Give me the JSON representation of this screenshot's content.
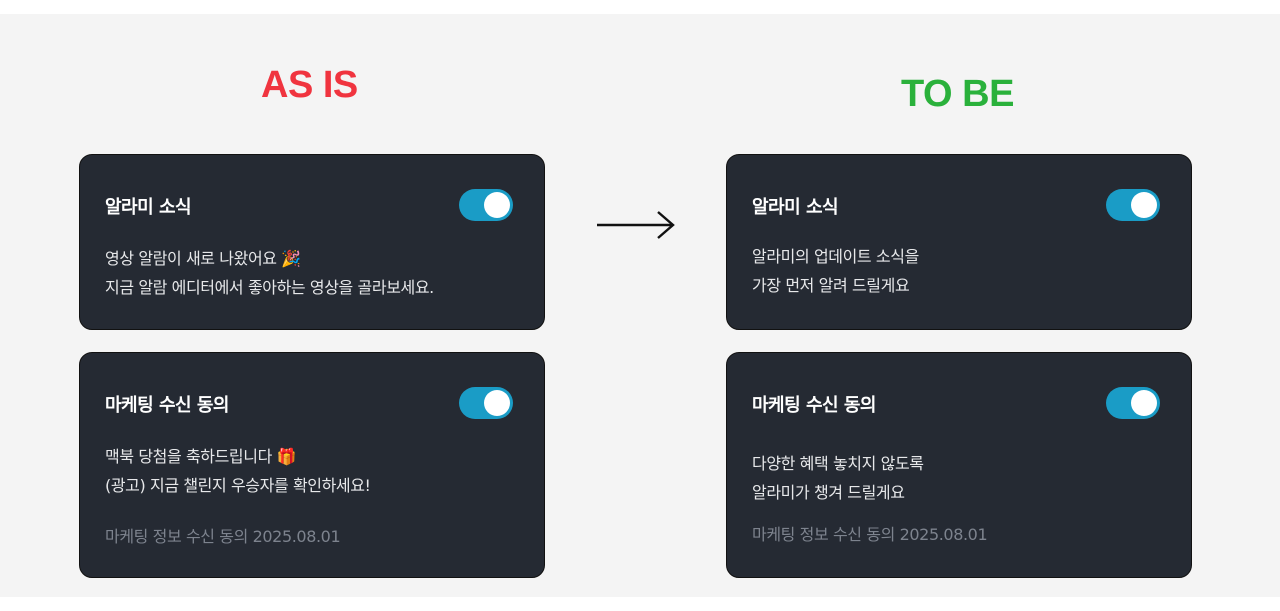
{
  "headings": {
    "as_is": "AS IS",
    "to_be": "TO BE"
  },
  "colors": {
    "as_is": "#f0343f",
    "to_be": "#2ab13b",
    "toggle_on": "#1a9cc6",
    "card_bg": "#252a33"
  },
  "as_is": {
    "news": {
      "title": "알라미 소식",
      "toggle_on": true,
      "line1": "영상 알람이 새로 나왔어요 🎉",
      "line2": "지금 알람 에디터에서 좋아하는 영상을 골라보세요."
    },
    "marketing": {
      "title": "마케팅 수신 동의",
      "toggle_on": true,
      "line1": "맥북 당첨을 축하드립니다 🎁",
      "line2": "(광고) 지금 챌린지 우승자를 확인하세요!",
      "meta": "마케팅 정보 수신 동의 2025.08.01"
    }
  },
  "to_be": {
    "news": {
      "title": "알라미 소식",
      "toggle_on": true,
      "line1": "알라미의 업데이트 소식을",
      "line2": "가장 먼저 알려 드릴게요"
    },
    "marketing": {
      "title": "마케팅 수신 동의",
      "toggle_on": true,
      "line1": "다양한 혜택 놓치지 않도록",
      "line2": "알라미가 챙겨 드릴게요",
      "meta": "마케팅 정보 수신 동의 2025.08.01"
    }
  },
  "icons": {
    "arrow": "right-arrow-icon"
  }
}
